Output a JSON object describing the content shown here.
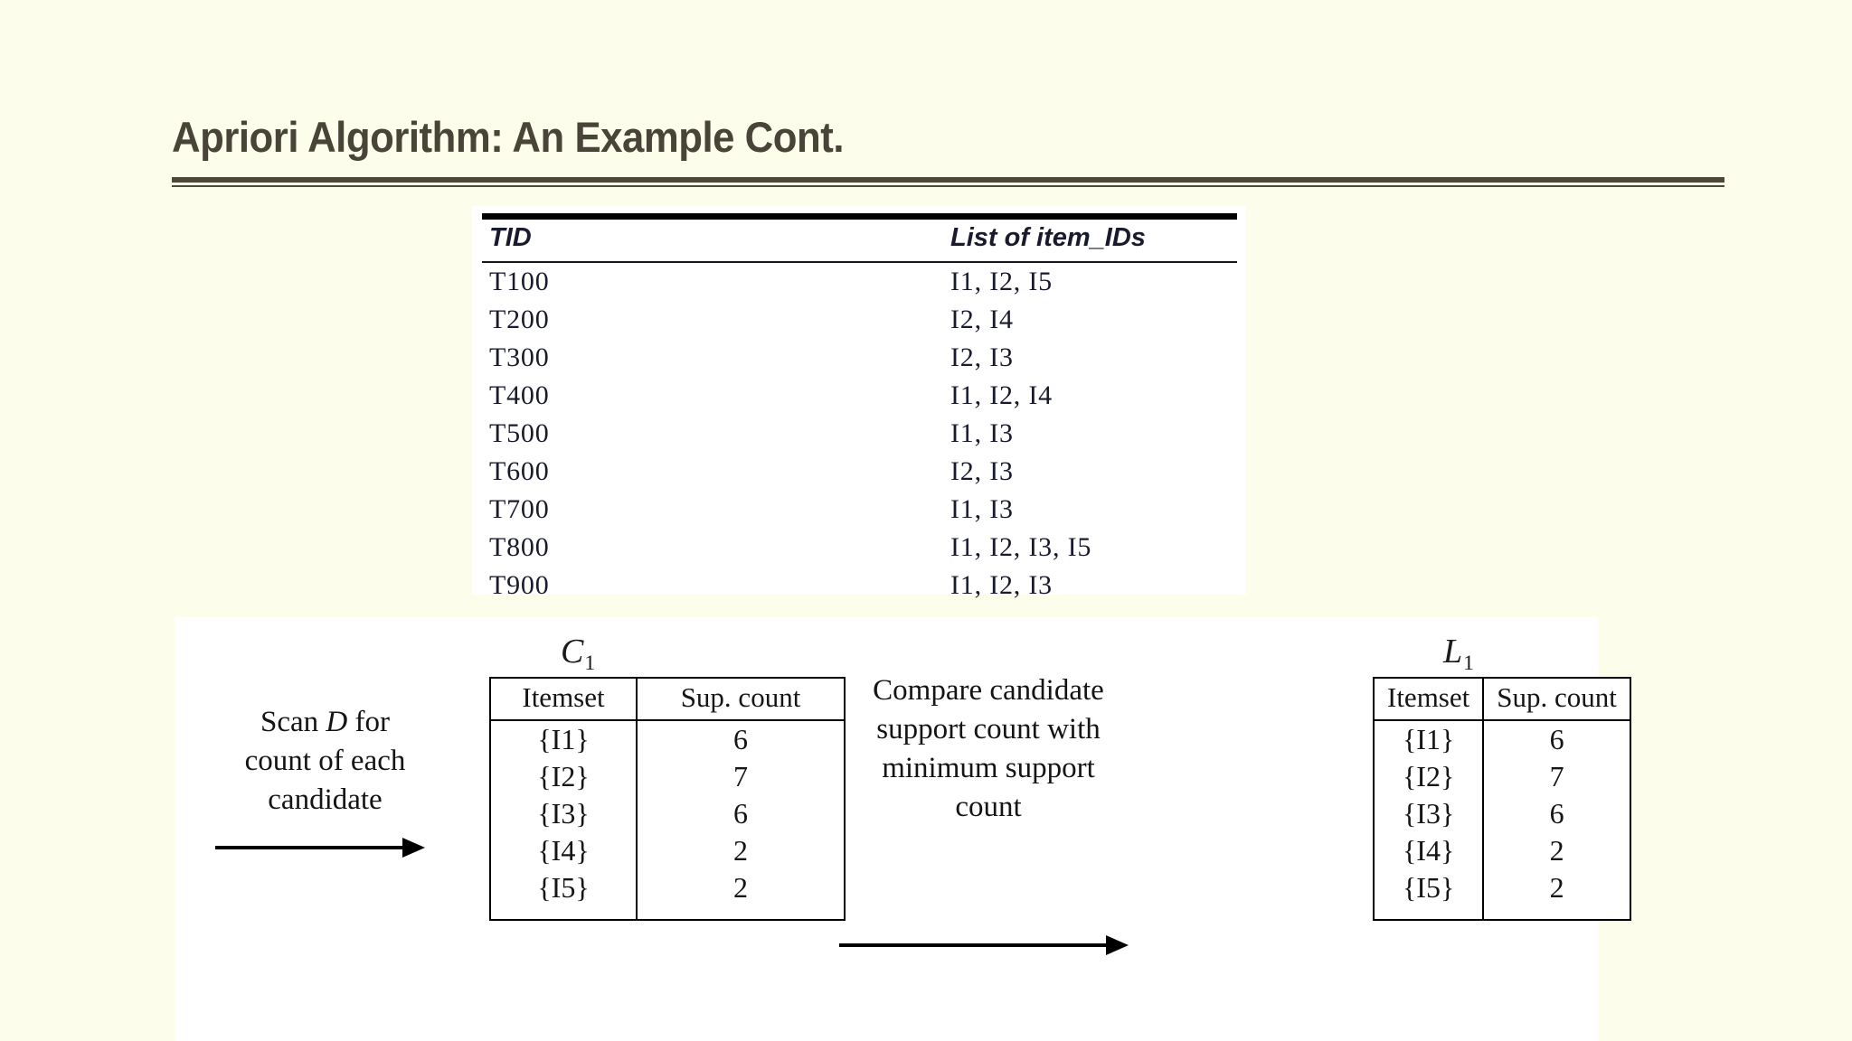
{
  "slide": {
    "title": "Apriori Algorithm: An Example Cont."
  },
  "transaction_table": {
    "headers": {
      "tid": "TID",
      "items": "List of item_IDs"
    },
    "rows": [
      {
        "tid": "T100",
        "items": "I1, I2, I5"
      },
      {
        "tid": "T200",
        "items": "I2, I4"
      },
      {
        "tid": "T300",
        "items": "I2, I3"
      },
      {
        "tid": "T400",
        "items": "I1, I2, I4"
      },
      {
        "tid": "T500",
        "items": "I1, I3"
      },
      {
        "tid": "T600",
        "items": "I2, I3"
      },
      {
        "tid": "T700",
        "items": "I1, I3"
      },
      {
        "tid": "T800",
        "items": "I1, I2, I3, I5"
      },
      {
        "tid": "T900",
        "items": "I1, I2, I3"
      }
    ]
  },
  "figure": {
    "c1": {
      "label_base": "C",
      "label_sub": "1",
      "headers": {
        "itemset": "Itemset",
        "count": "Sup. count"
      },
      "rows": [
        {
          "itemset": "{I1}",
          "count": "6"
        },
        {
          "itemset": "{I2}",
          "count": "7"
        },
        {
          "itemset": "{I3}",
          "count": "6"
        },
        {
          "itemset": "{I4}",
          "count": "2"
        },
        {
          "itemset": "{I5}",
          "count": "2"
        }
      ]
    },
    "l1": {
      "label_base": "L",
      "label_sub": "1",
      "headers": {
        "itemset": "Itemset",
        "count": "Sup. count"
      },
      "rows": [
        {
          "itemset": "{I1}",
          "count": "6"
        },
        {
          "itemset": "{I2}",
          "count": "7"
        },
        {
          "itemset": "{I3}",
          "count": "6"
        },
        {
          "itemset": "{I4}",
          "count": "2"
        },
        {
          "itemset": "{I5}",
          "count": "2"
        }
      ]
    },
    "annotations": {
      "scan_line1_pre": "Scan ",
      "scan_line1_italic": "D",
      "scan_line1_post": " for",
      "scan_line2": "count of each",
      "scan_line3": "candidate",
      "compare_line1": "Compare candidate",
      "compare_line2": "support count with",
      "compare_line3": "minimum support",
      "compare_line4": "count"
    }
  },
  "colors": {
    "page_background": "#fdfdec",
    "title_text": "#494438",
    "rule": "#4d4839",
    "table_text": "#191a2e",
    "ink": "#000000",
    "panel_background": "#ffffff"
  }
}
